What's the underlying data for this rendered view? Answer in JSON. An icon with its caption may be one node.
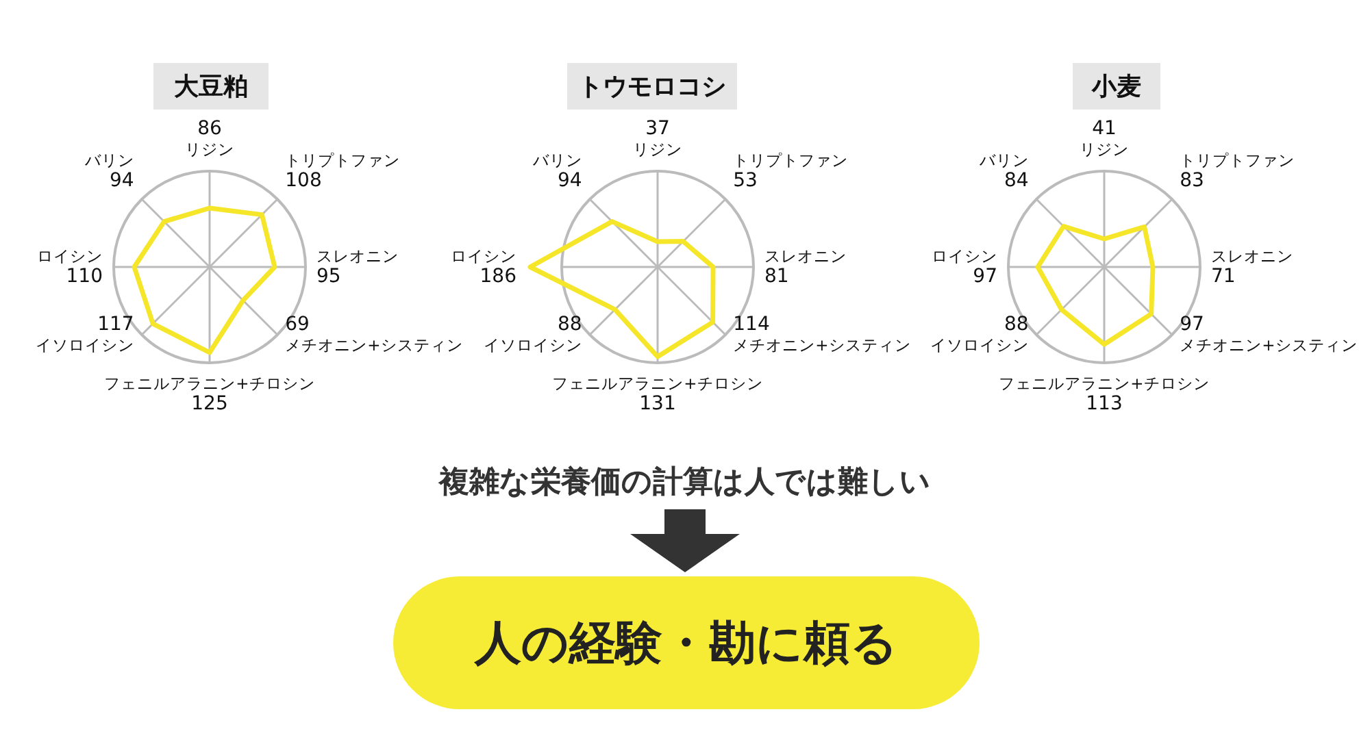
{
  "diagram": {
    "nodes": [
      {
        "text": [
          "大豆粕"
        ]
      },
      {
        "text": [
          "トウモロコシ"
        ]
      },
      {
        "text": [
          "小麦"
        ]
      },
      {
        "text": [
          "複雑な栄養価の計算は人では難しい"
        ]
      },
      {
        "text": [
          "人の経験・勘に頼る"
        ]
      }
    ],
    "edges": [
      {
        "from": 3,
        "to": 4,
        "arrow": "to"
      }
    ],
    "labels": [
      "リジン",
      "86",
      "トリプトファン",
      "108",
      "スレオニン",
      "95",
      "メチオニン+システィン",
      "69",
      "フェニルアラニン+チロシン",
      "125",
      "イソロイシン",
      "117",
      "ロイシン",
      "110",
      "バリン",
      "94",
      "リジン",
      "37",
      "トリプトファン",
      "53",
      "スレオニン",
      "81",
      "メチオニン+システィン",
      "114",
      "フェニルアラニン+チロシン",
      "131",
      "イソロイシン",
      "88",
      "ロイシン",
      "186",
      "バリン",
      "94",
      "リジン",
      "41",
      "トリプトファン",
      "83",
      "スレオニン",
      "71",
      "メチオニン+システィン",
      "97",
      "フェニルアラニン+チロシン",
      "113",
      "イソロイシン",
      "88",
      "ロイシン",
      "97",
      "バリン",
      "84"
    ]
  }
}
